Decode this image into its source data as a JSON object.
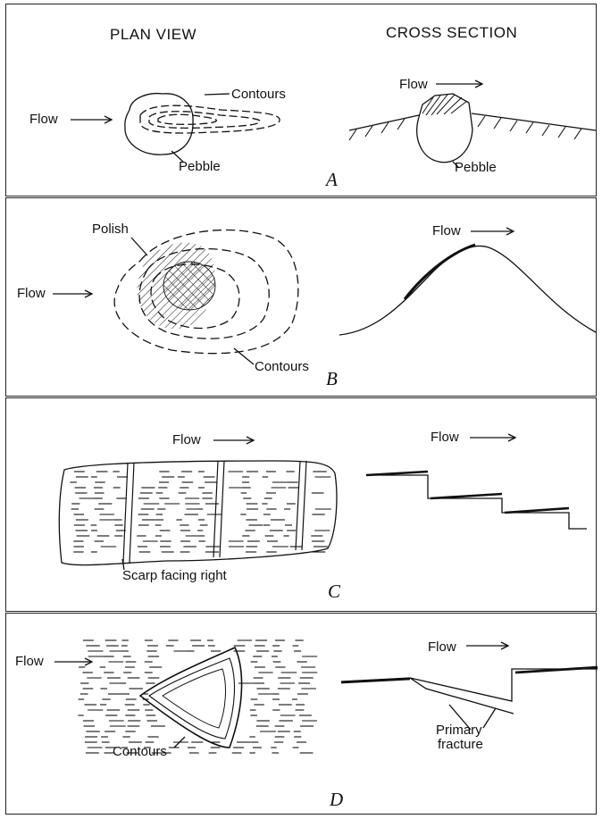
{
  "headers": {
    "plan_view": "PLAN VIEW",
    "cross_section": "CROSS SECTION"
  },
  "panelA": {
    "letter": "A",
    "flow_plan": "Flow",
    "flow_cross": "Flow",
    "contours": "Contours",
    "pebble_plan": "Pebble",
    "pebble_cross": "Pebble"
  },
  "panelB": {
    "letter": "B",
    "flow_plan": "Flow",
    "flow_cross": "Flow",
    "polish": "Polish",
    "contours": "Contours"
  },
  "panelC": {
    "letter": "C",
    "flow_plan": "Flow",
    "flow_cross": "Flow",
    "scarp": "Scarp facing right"
  },
  "panelD": {
    "letter": "D",
    "flow_plan": "Flow",
    "flow_cross": "Flow",
    "contours": "Contours",
    "fracture_1": "Primary",
    "fracture_2": "fracture"
  },
  "colors": {
    "ink": "#111111",
    "frame": "#222222",
    "background": "#ffffff"
  }
}
